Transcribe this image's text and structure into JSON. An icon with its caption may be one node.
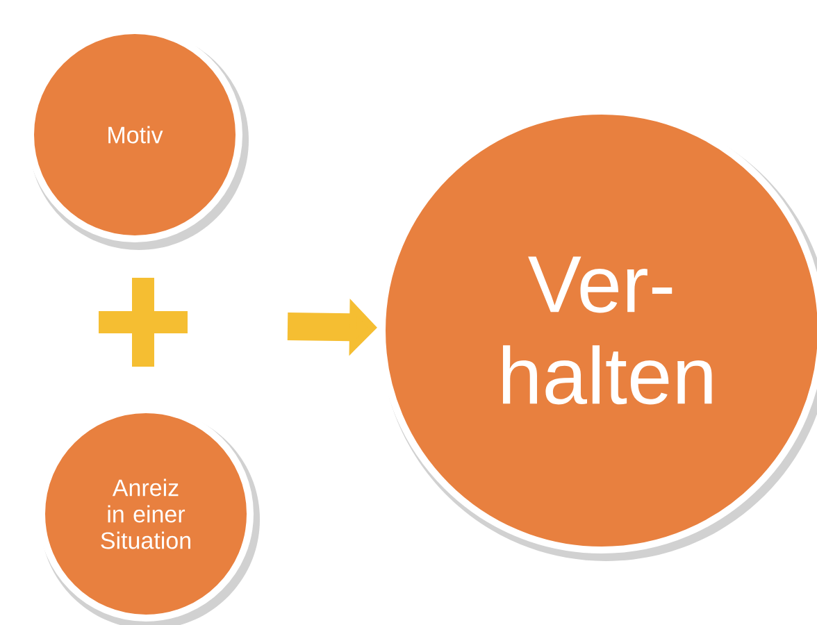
{
  "diagram": {
    "nodes": [
      {
        "text": [
          "Motiv"
        ]
      },
      {
        "text": [
          "Anreiz in einer Situation"
        ]
      },
      {
        "text": [
          "Ver- halten"
        ]
      }
    ],
    "edges": [
      {
        "from": null,
        "to": 2,
        "arrow": "to"
      }
    ]
  }
}
